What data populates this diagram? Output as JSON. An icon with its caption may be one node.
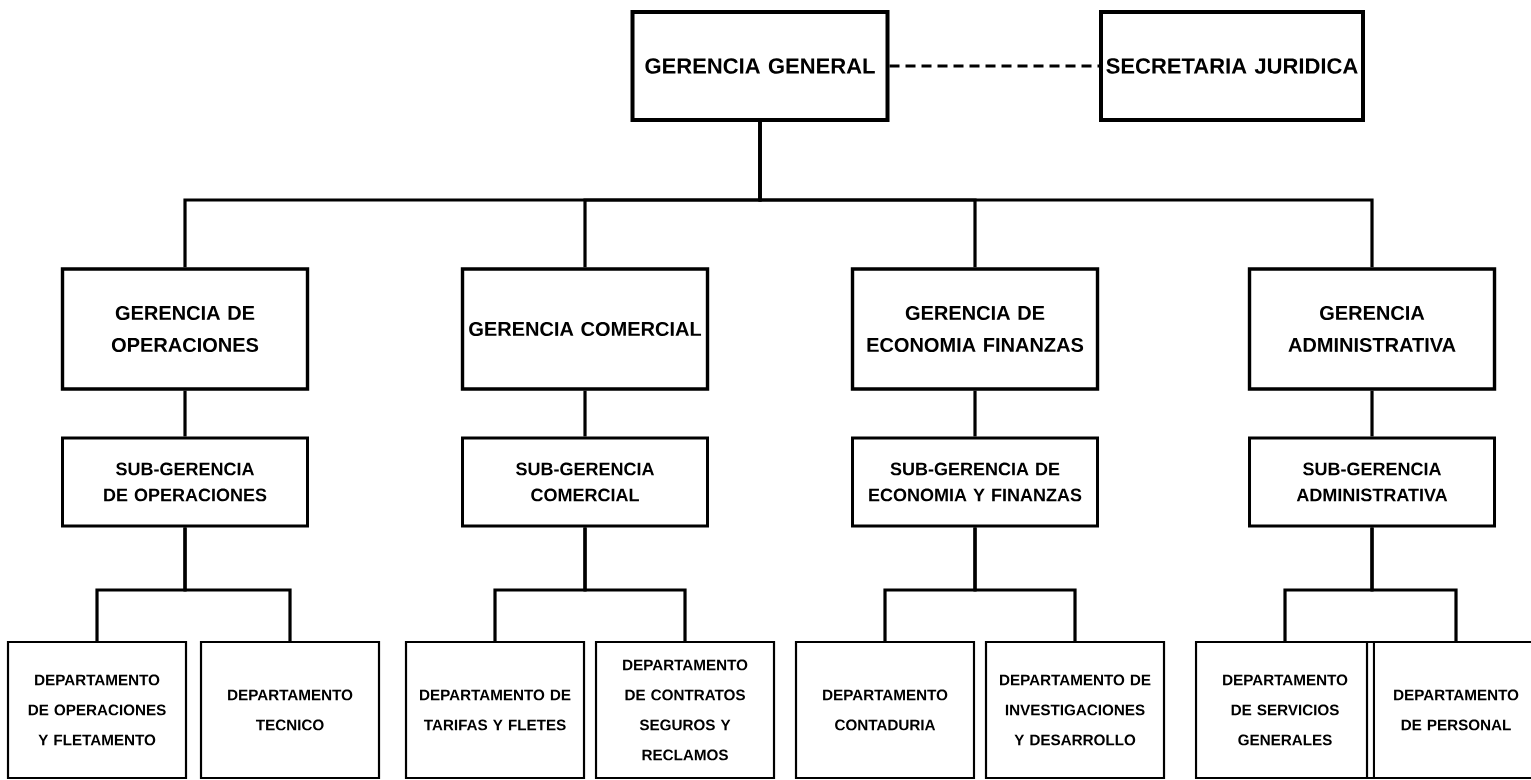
{
  "diagram": {
    "nodes": [
      {
        "text": [
          "GERENCIA GENERAL"
        ]
      },
      {
        "text": [
          "SECRETARIA JURIDICA"
        ]
      },
      {
        "text": [
          "GERENCIA DE OPERACIONES"
        ]
      },
      {
        "text": [
          "GERENCIA COMERCIAL"
        ]
      },
      {
        "text": [
          "GERENCIA DE ECONOMIA FINANZAS"
        ]
      },
      {
        "text": [
          "GERENCIA ADMINISTRATIVA"
        ]
      },
      {
        "text": [
          "SUB-GERENCIA DE OPERACIONES"
        ]
      },
      {
        "text": [
          "SUB-GERENCIA COMERCIAL"
        ]
      },
      {
        "text": [
          "SUB-GERENCIA DE ECONOMIA Y FINANZAS"
        ]
      },
      {
        "text": [
          "SUB-GERENCIA ADMINISTRATIVA"
        ]
      },
      {
        "text": [
          "DEPARTAMENTO DE OPERACIONES Y FLETAMENTO"
        ]
      },
      {
        "text": [
          "DEPARTAMENTO TECNICO"
        ]
      },
      {
        "text": [
          "DEPARTAMENTO DE TARIFAS Y FLETES"
        ]
      },
      {
        "text": [
          "DEPARTAMENTO DE CONTRATOS SEGUROS Y RECLAMOS"
        ]
      },
      {
        "text": [
          "DEPARTAMENTO CONTADURIA"
        ]
      },
      {
        "text": [
          "DEPARTAMENTO DE INVESTIGACIONES Y DESARROLLO"
        ]
      },
      {
        "text": [
          "DEPARTAMENTO DE SERVICIOS GENERALES"
        ]
      },
      {
        "text": [
          "DEPARTAMENTO DE PERSONAL"
        ]
      }
    ],
    "edges": [
      {
        "from": 0,
        "to": 1,
        "arrow": "none",
        "style": "dashed"
      },
      {
        "from": 0,
        "to": 2,
        "arrow": "none"
      },
      {
        "from": 0,
        "to": 3,
        "arrow": "none"
      },
      {
        "from": 0,
        "to": 4,
        "arrow": "none"
      },
      {
        "from": 0,
        "to": 5,
        "arrow": "none"
      },
      {
        "from": 2,
        "to": 6,
        "arrow": "none"
      },
      {
        "from": 3,
        "to": 7,
        "arrow": "none"
      },
      {
        "from": 4,
        "to": 8,
        "arrow": "none"
      },
      {
        "from": 5,
        "to": 9,
        "arrow": "none"
      },
      {
        "from": 6,
        "to": 10,
        "arrow": "none"
      },
      {
        "from": 6,
        "to": 11,
        "arrow": "none"
      },
      {
        "from": 7,
        "to": 12,
        "arrow": "none"
      },
      {
        "from": 7,
        "to": 13,
        "arrow": "none"
      },
      {
        "from": 8,
        "to": 14,
        "arrow": "none"
      },
      {
        "from": 8,
        "to": 15,
        "arrow": "none"
      },
      {
        "from": 9,
        "to": 16,
        "arrow": "none"
      },
      {
        "from": 9,
        "to": 17,
        "arrow": "none"
      }
    ]
  }
}
